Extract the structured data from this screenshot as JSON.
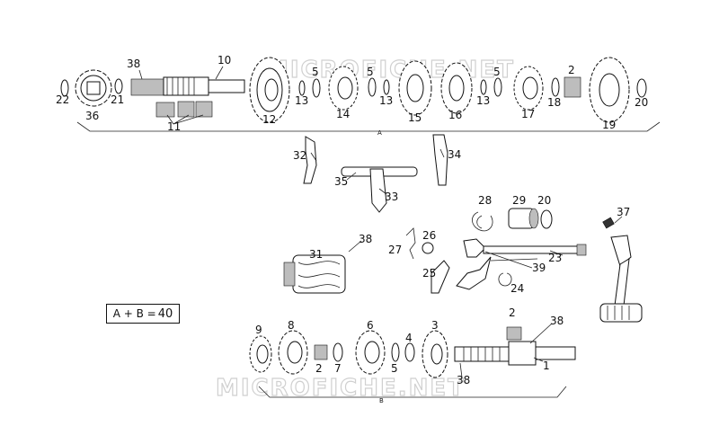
{
  "watermark": "MICROFICHE.NET",
  "equation": {
    "lhs": "A + B =",
    "value": "40"
  },
  "section_labels": {
    "a": "A",
    "b": "B"
  },
  "part_labels": {
    "p1": "1",
    "p2a": "2",
    "p2b": "2",
    "p2c": "2",
    "p3": "3",
    "p4": "4",
    "p5a": "5",
    "p5b": "5",
    "p5c": "5",
    "p5d": "5",
    "p6": "6",
    "p7": "7",
    "p8": "8",
    "p9": "9",
    "p10": "10",
    "p11": "11",
    "p12": "12",
    "p13a": "13",
    "p13b": "13",
    "p13c": "13",
    "p14": "14",
    "p15": "15",
    "p16": "16",
    "p17": "17",
    "p18": "18",
    "p19": "19",
    "p20a": "20",
    "p20b": "20",
    "p21": "21",
    "p22": "22",
    "p23": "23",
    "p24": "24",
    "p25": "25",
    "p26": "26",
    "p27": "27",
    "p28": "28",
    "p29": "29",
    "p31": "31",
    "p32": "32",
    "p33": "33",
    "p34": "34",
    "p35": "35",
    "p36": "36",
    "p37": "37",
    "p38a": "38",
    "p38b": "38",
    "p38c": "38",
    "p38d": "38",
    "p39": "39"
  }
}
